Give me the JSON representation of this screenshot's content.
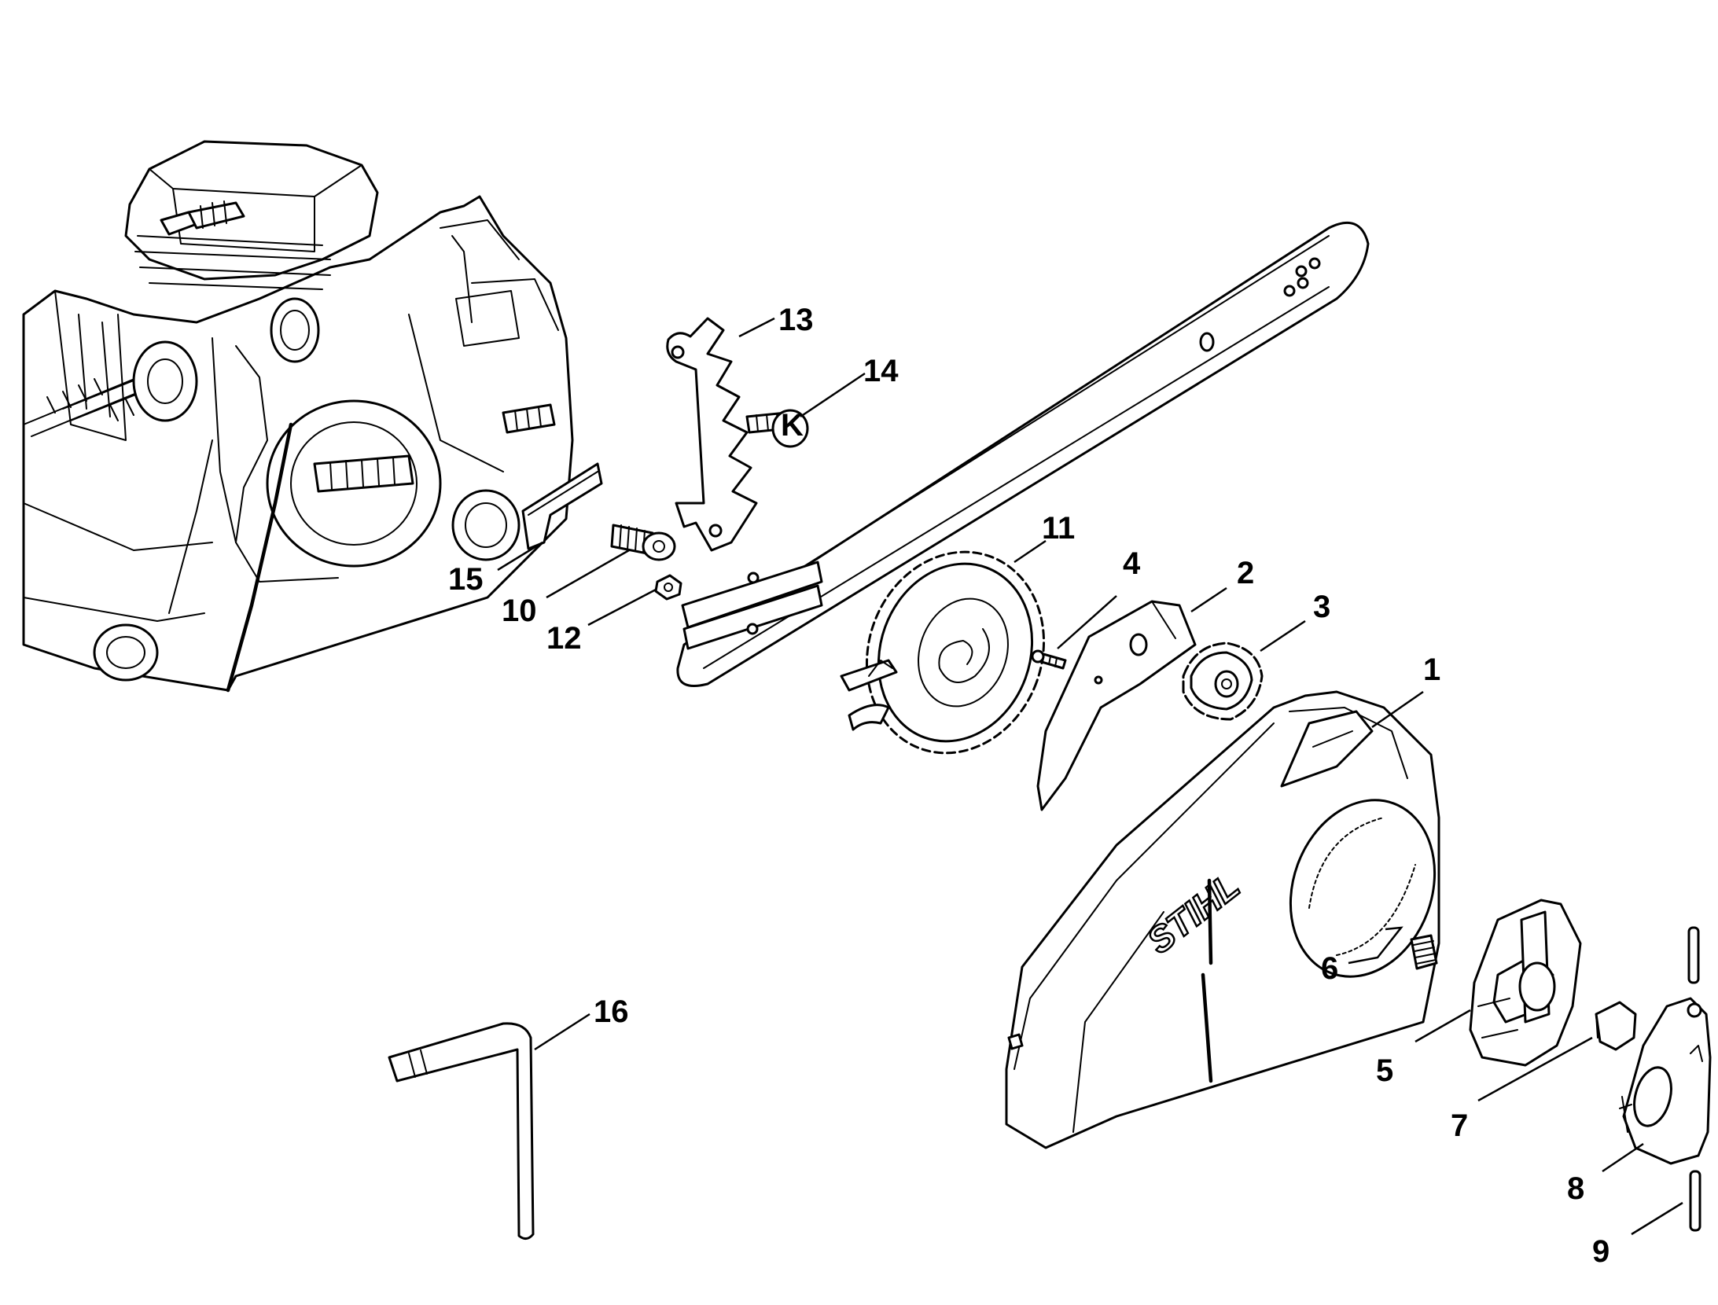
{
  "diagram": {
    "brand_text": "STIHL",
    "callouts": [
      {
        "id": "c1",
        "label": "1",
        "part": "sprocket cover"
      },
      {
        "id": "c2",
        "label": "2",
        "part": "plate"
      },
      {
        "id": "c3",
        "label": "3",
        "part": "nut"
      },
      {
        "id": "c4",
        "label": "4",
        "part": "screw"
      },
      {
        "id": "c5",
        "label": "5",
        "part": "cover"
      },
      {
        "id": "c6",
        "label": "6",
        "part": "spring"
      },
      {
        "id": "c7",
        "label": "7",
        "part": "cap"
      },
      {
        "id": "c8",
        "label": "8",
        "part": "lever"
      },
      {
        "id": "c9",
        "label": "9",
        "part": "pin"
      },
      {
        "id": "c10",
        "label": "10",
        "part": "stud"
      },
      {
        "id": "c11",
        "label": "11",
        "part": "adjusting wheel"
      },
      {
        "id": "c12",
        "label": "12",
        "part": "collar nut"
      },
      {
        "id": "c13",
        "label": "13",
        "part": "bumper spike"
      },
      {
        "id": "c14",
        "label": "14",
        "part": "screw"
      },
      {
        "id": "c15",
        "label": "15",
        "part": "chain guide"
      },
      {
        "id": "c16",
        "label": "16",
        "part": "combination wrench"
      }
    ]
  }
}
